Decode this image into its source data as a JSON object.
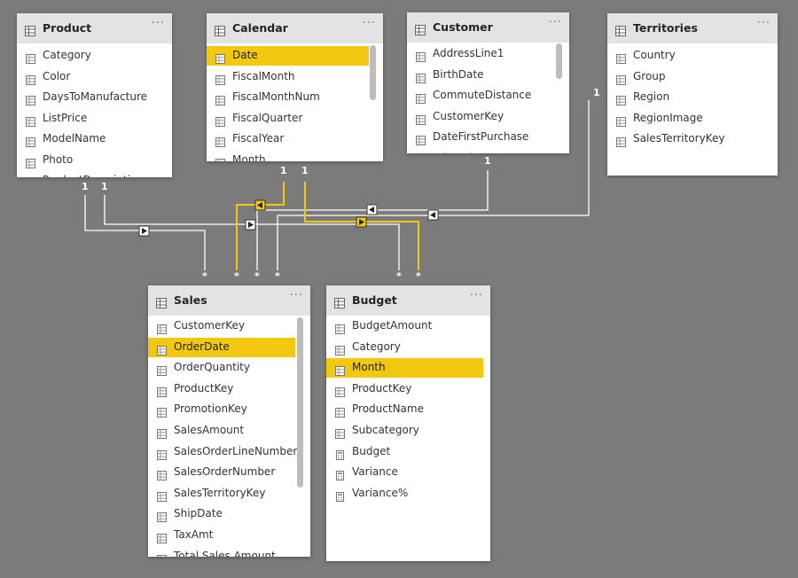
{
  "colors": {
    "canvas": "#7b7b7b",
    "highlight": "#f2c811",
    "header": "#e3e3e3",
    "line": "#ffffff"
  },
  "tables": {
    "product": {
      "name": "Product",
      "fields": [
        {
          "label": "Category",
          "kind": "column"
        },
        {
          "label": "Color",
          "kind": "column"
        },
        {
          "label": "DaysToManufacture",
          "kind": "column"
        },
        {
          "label": "ListPrice",
          "kind": "column"
        },
        {
          "label": "ModelName",
          "kind": "column"
        },
        {
          "label": "Photo",
          "kind": "column"
        },
        {
          "label": "ProductDescription",
          "kind": "column"
        }
      ]
    },
    "calendar": {
      "name": "Calendar",
      "fields": [
        {
          "label": "Date",
          "kind": "column",
          "selected": true
        },
        {
          "label": "FiscalMonth",
          "kind": "column"
        },
        {
          "label": "FiscalMonthNum",
          "kind": "column"
        },
        {
          "label": "FiscalQuarter",
          "kind": "column"
        },
        {
          "label": "FiscalYear",
          "kind": "column"
        },
        {
          "label": "Month",
          "kind": "column"
        }
      ]
    },
    "customer": {
      "name": "Customer",
      "fields": [
        {
          "label": "AddressLine1",
          "kind": "column"
        },
        {
          "label": "BirthDate",
          "kind": "column"
        },
        {
          "label": "CommuteDistance",
          "kind": "column"
        },
        {
          "label": "CustomerKey",
          "kind": "column"
        },
        {
          "label": "DateFirstPurchase",
          "kind": "column"
        },
        {
          "label": "Education",
          "kind": "column"
        }
      ]
    },
    "territories": {
      "name": "Territories",
      "fields": [
        {
          "label": "Country",
          "kind": "column"
        },
        {
          "label": "Group",
          "kind": "column"
        },
        {
          "label": "Region",
          "kind": "column"
        },
        {
          "label": "RegionImage",
          "kind": "column"
        },
        {
          "label": "SalesTerritoryKey",
          "kind": "column"
        }
      ]
    },
    "sales": {
      "name": "Sales",
      "fields": [
        {
          "label": "CustomerKey",
          "kind": "column"
        },
        {
          "label": "OrderDate",
          "kind": "column",
          "selected": true
        },
        {
          "label": "OrderQuantity",
          "kind": "column"
        },
        {
          "label": "ProductKey",
          "kind": "column"
        },
        {
          "label": "PromotionKey",
          "kind": "column"
        },
        {
          "label": "SalesAmount",
          "kind": "column"
        },
        {
          "label": "SalesOrderLineNumber",
          "kind": "column"
        },
        {
          "label": "SalesOrderNumber",
          "kind": "column"
        },
        {
          "label": "SalesTerritoryKey",
          "kind": "column"
        },
        {
          "label": "ShipDate",
          "kind": "column"
        },
        {
          "label": "TaxAmt",
          "kind": "column"
        },
        {
          "label": "Total Sales Amount",
          "kind": "column"
        }
      ]
    },
    "budget": {
      "name": "Budget",
      "fields": [
        {
          "label": "BudgetAmount",
          "kind": "column"
        },
        {
          "label": "Category",
          "kind": "column"
        },
        {
          "label": "Month",
          "kind": "column",
          "selected": true
        },
        {
          "label": "ProductKey",
          "kind": "column"
        },
        {
          "label": "ProductName",
          "kind": "column"
        },
        {
          "label": "Subcategory",
          "kind": "column"
        },
        {
          "label": "Budget",
          "kind": "measure"
        },
        {
          "label": "Variance",
          "kind": "measure"
        },
        {
          "label": "Variance%",
          "kind": "measure"
        }
      ]
    }
  },
  "menu_label": "···",
  "cardinality": {
    "one": "1",
    "many": "*"
  }
}
